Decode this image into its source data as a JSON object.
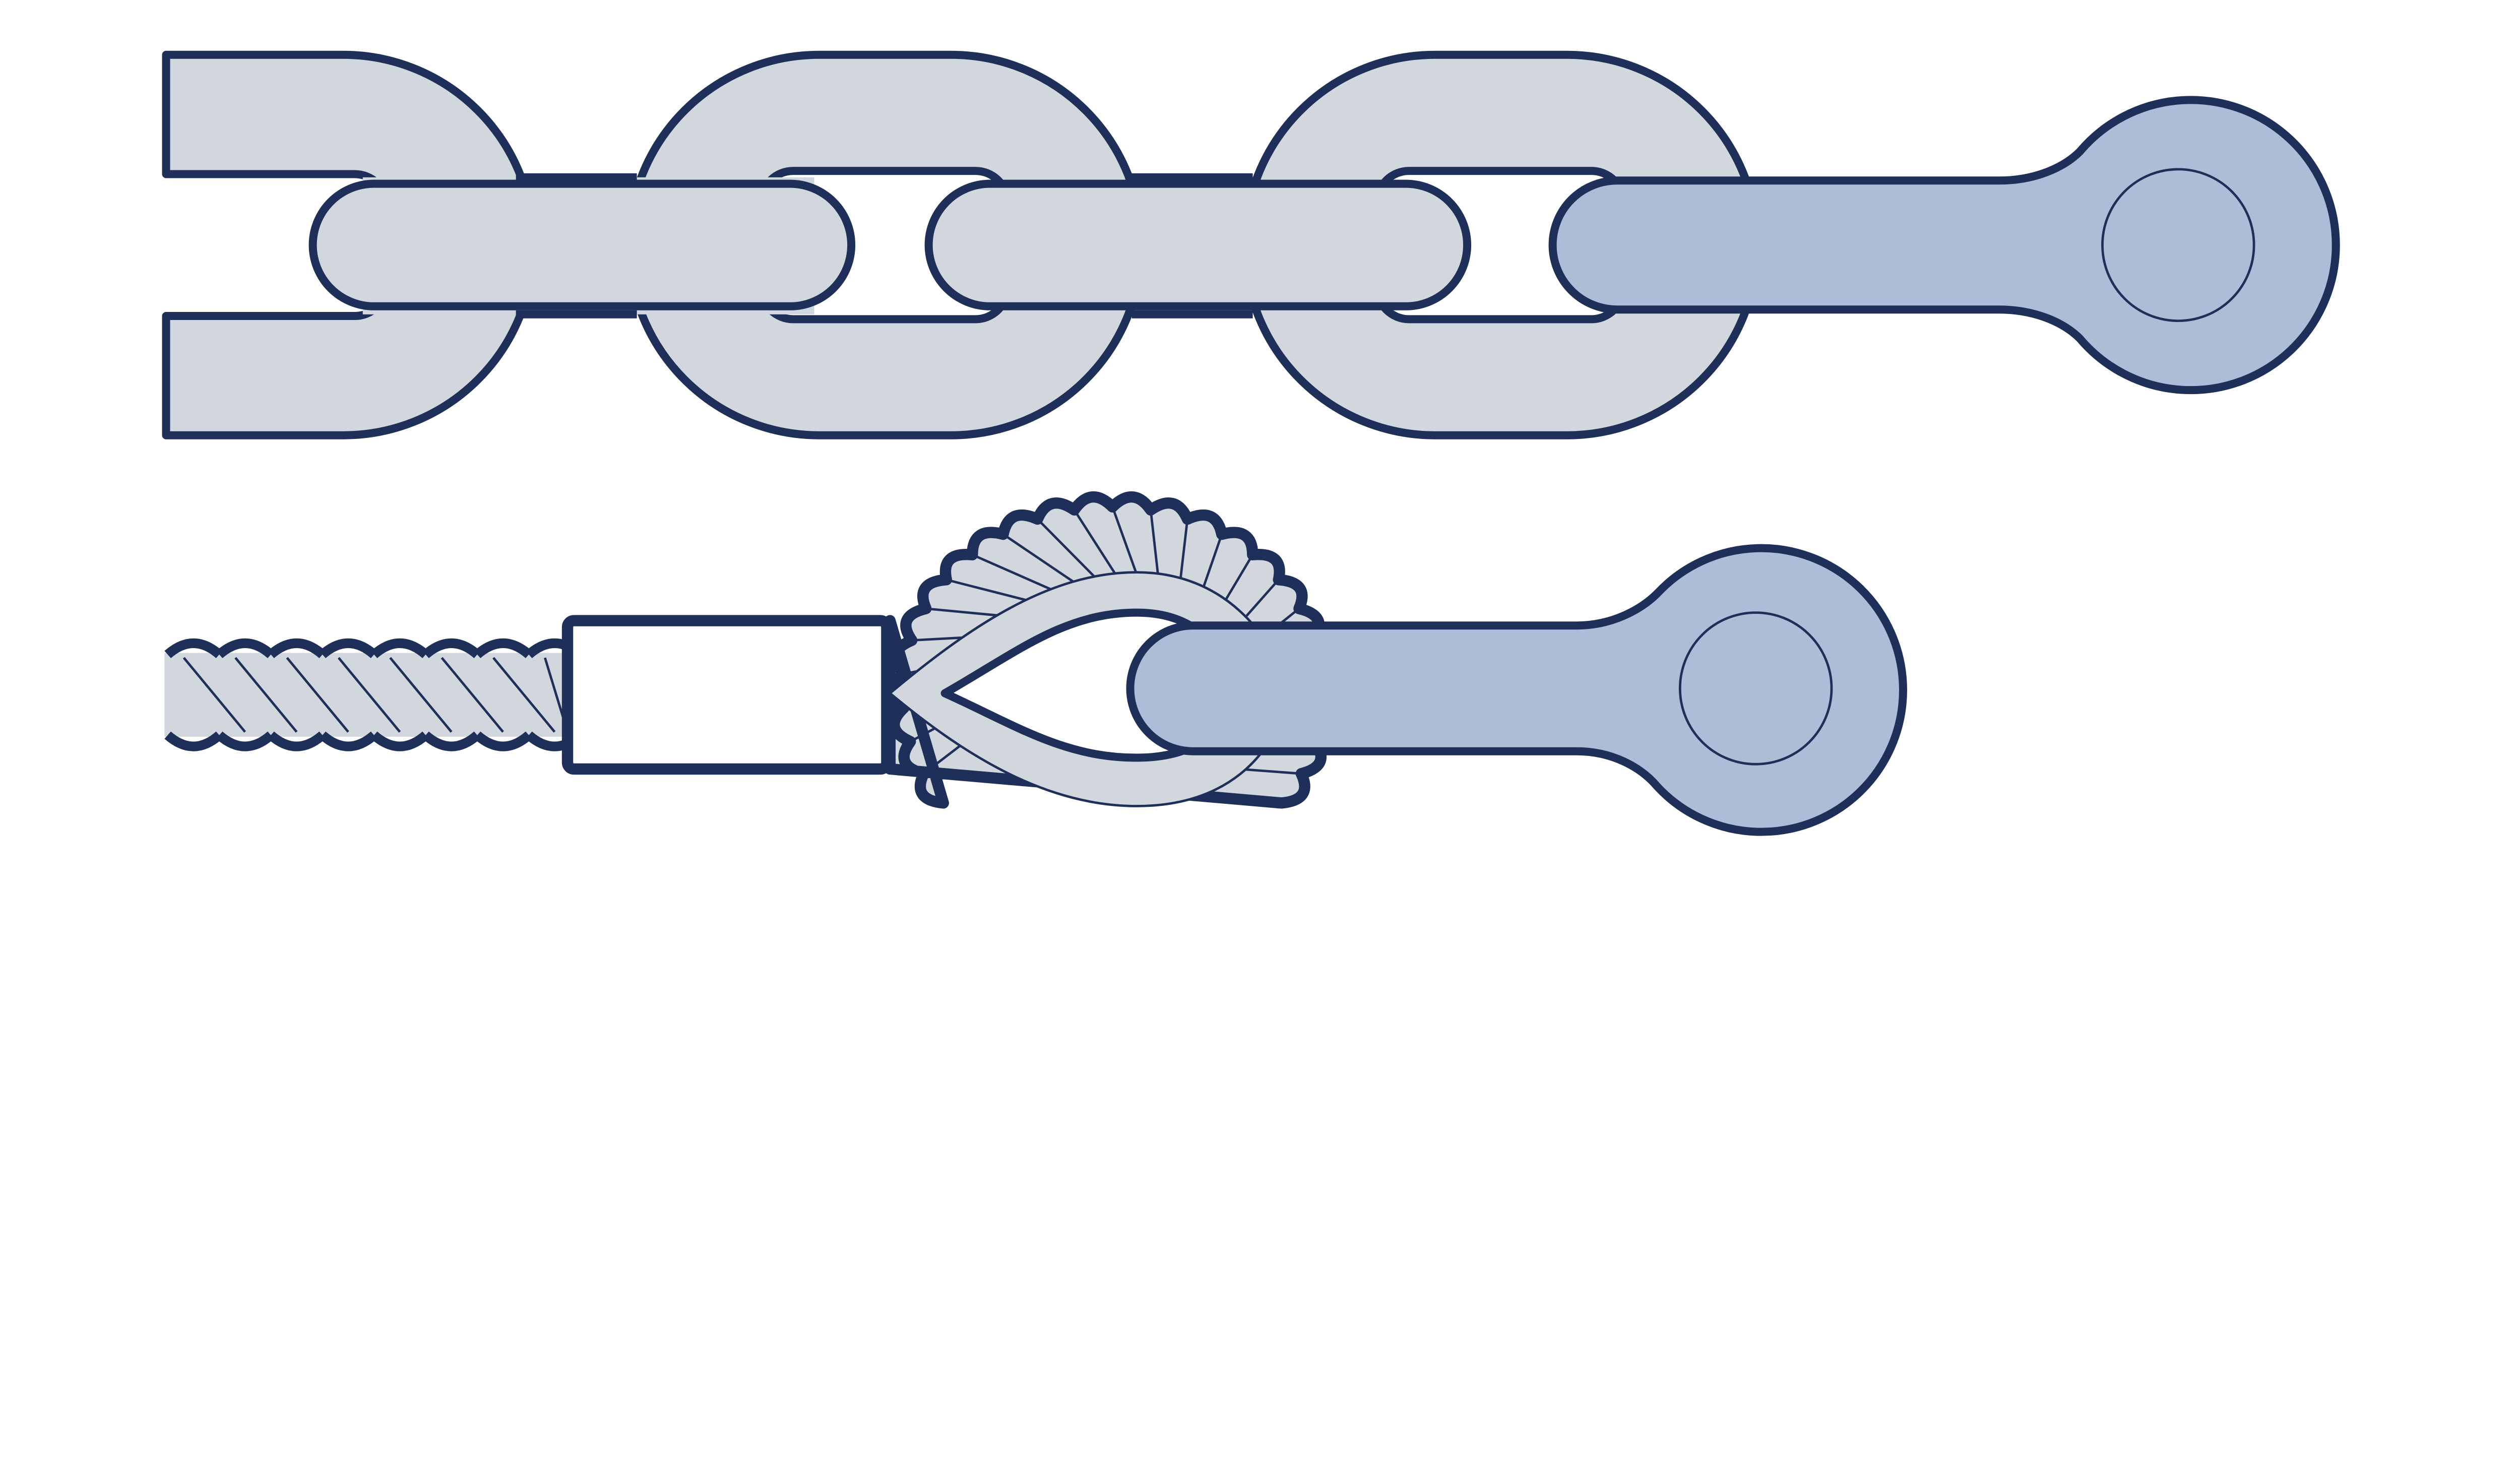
{
  "colors": {
    "outline": "#1e3059",
    "steel": "#d2d7de",
    "swivel": "#aebdd7",
    "background": "#ffffff"
  },
  "figures": [
    {
      "name": "chain-with-swivel",
      "parts": [
        "chain-link",
        "chain-link",
        "chain-link",
        "flat-link",
        "flat-link",
        "swivel"
      ]
    },
    {
      "name": "rope-with-thimble-and-swivel",
      "parts": [
        "twisted-rope",
        "ferrule",
        "thimble",
        "rope-eye",
        "swivel"
      ]
    }
  ]
}
